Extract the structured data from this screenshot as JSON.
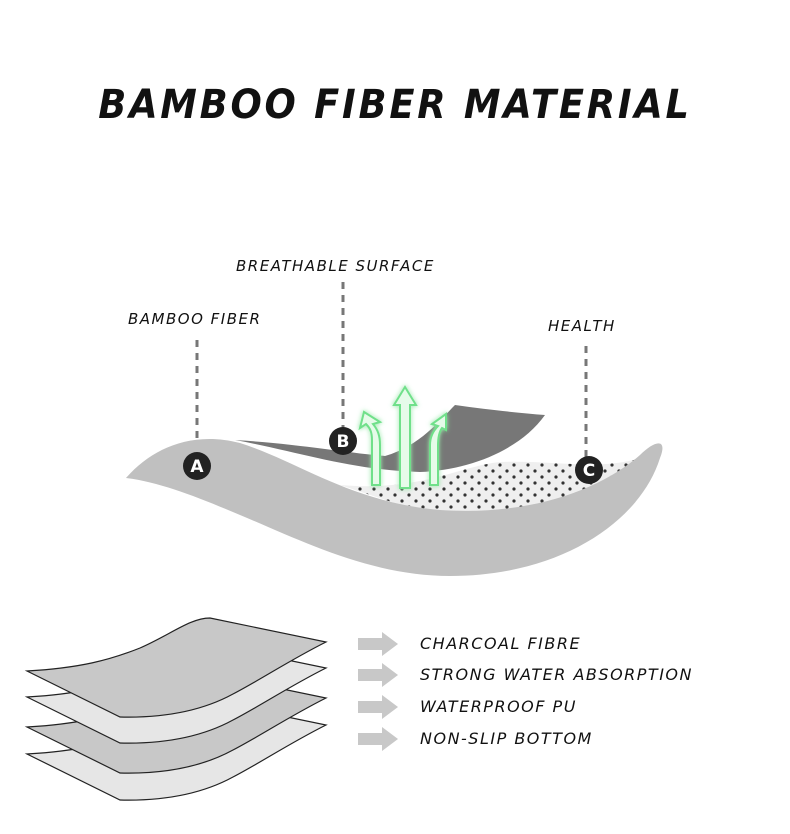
{
  "title": "BAMBOO FIBER MATERIAL",
  "callouts": [
    {
      "marker": "A",
      "label": "BAMBOO FIBER"
    },
    {
      "marker": "B",
      "label": "BREATHABLE SURFACE"
    },
    {
      "marker": "C",
      "label": "HEALTH"
    }
  ],
  "layers": [
    "CHARCOAL FIBRE",
    "STRONG WATER ABSORPTION",
    "WATERPROOF PU",
    "NON-SLIP BOTTOM"
  ],
  "colors": {
    "arrow_green": "#7ee89a",
    "sheet_dark": "#777777",
    "sheet_light": "#c0c0c0",
    "marker": "#222222"
  }
}
